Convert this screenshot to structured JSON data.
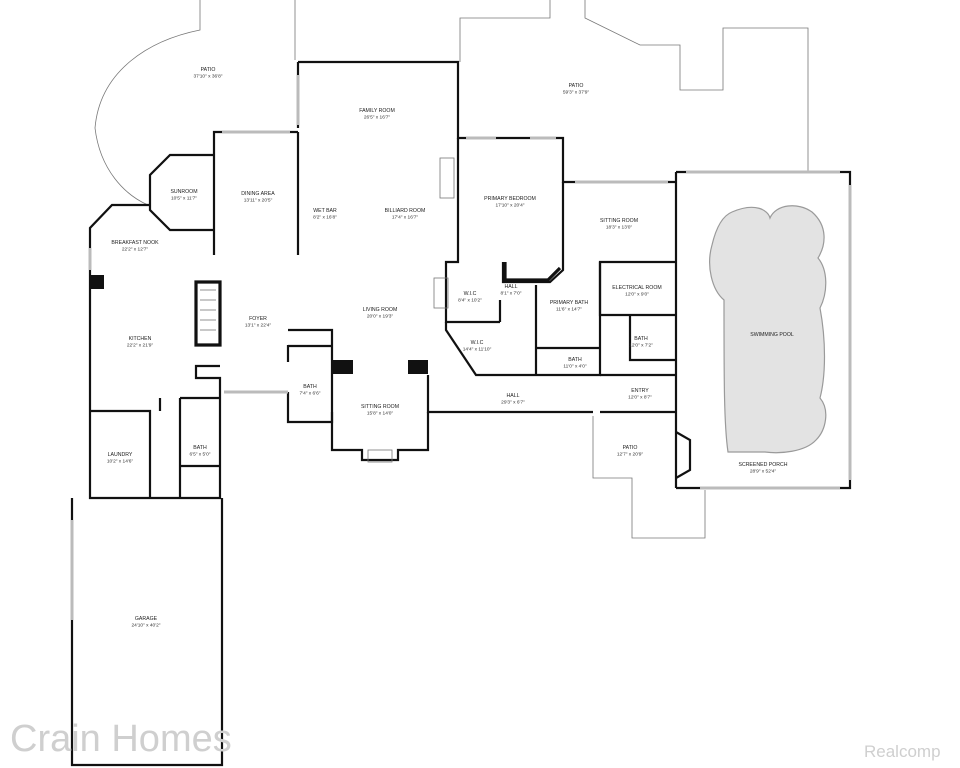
{
  "rooms": [
    {
      "name": "PATIO",
      "dim": "37'10\" x 36'8\""
    },
    {
      "name": "PATIO",
      "dim": "59'3\" x 37'9\""
    },
    {
      "name": "FAMILY ROOM",
      "dim": "26'5\" x 16'7\""
    },
    {
      "name": "SUNROOM",
      "dim": "10'5\" x 11'7\""
    },
    {
      "name": "DINING AREA",
      "dim": "13'11\" x 20'5\""
    },
    {
      "name": "WET BAR",
      "dim": "8'2\" x 16'8\""
    },
    {
      "name": "BILLIARD ROOM",
      "dim": "17'4\" x 16'7\""
    },
    {
      "name": "PRIMARY BEDROOM",
      "dim": "17'10\" x 20'4\""
    },
    {
      "name": "SITTING ROOM",
      "dim": "18'3\" x 13'0\""
    },
    {
      "name": "BREAKFAST NOOK",
      "dim": "22'2\" x 12'7\""
    },
    {
      "name": "HALL",
      "dim": "8'1\" x 7'0\""
    },
    {
      "name": "ELECTRICAL ROOM",
      "dim": "12'0\" x 9'0\""
    },
    {
      "name": "W.I.C",
      "dim": "8'4\" x 10'2\""
    },
    {
      "name": "PRIMARY BATH",
      "dim": "11'6\" x 14'7\""
    },
    {
      "name": "FOYER",
      "dim": "13'1\" x 22'4\""
    },
    {
      "name": "LIVING ROOM",
      "dim": "20'0\" x 19'3\""
    },
    {
      "name": "KITCHEN",
      "dim": "22'2\" x 21'9\""
    },
    {
      "name": "W.I.C",
      "dim": "14'4\" x 11'10\""
    },
    {
      "name": "BATH",
      "dim": "12'0\" x 7'2\""
    },
    {
      "name": "SWIMMING POOL",
      "dim": ""
    },
    {
      "name": "BATH",
      "dim": "11'0\" x 4'0\""
    },
    {
      "name": "BATH",
      "dim": "7'4\" x 6'6\""
    },
    {
      "name": "ENTRY",
      "dim": "12'0\" x 8'7\""
    },
    {
      "name": "HALL",
      "dim": "29'3\" x 6'7\""
    },
    {
      "name": "SITTING ROOM",
      "dim": "15'8\" x 14'0\""
    },
    {
      "name": "PATIO",
      "dim": "12'7\" x 20'9\""
    },
    {
      "name": "BATH",
      "dim": "6'5\" x 5'0\""
    },
    {
      "name": "LAUNDRY",
      "dim": "10'2\" x 14'6\""
    },
    {
      "name": "SCREENED PORCH",
      "dim": "28'9\" x 52'4\""
    },
    {
      "name": "GARAGE",
      "dim": "24'10\" x 40'2\""
    }
  ],
  "watermarks": {
    "left": "Crain Homes",
    "right": "Realcomp"
  }
}
